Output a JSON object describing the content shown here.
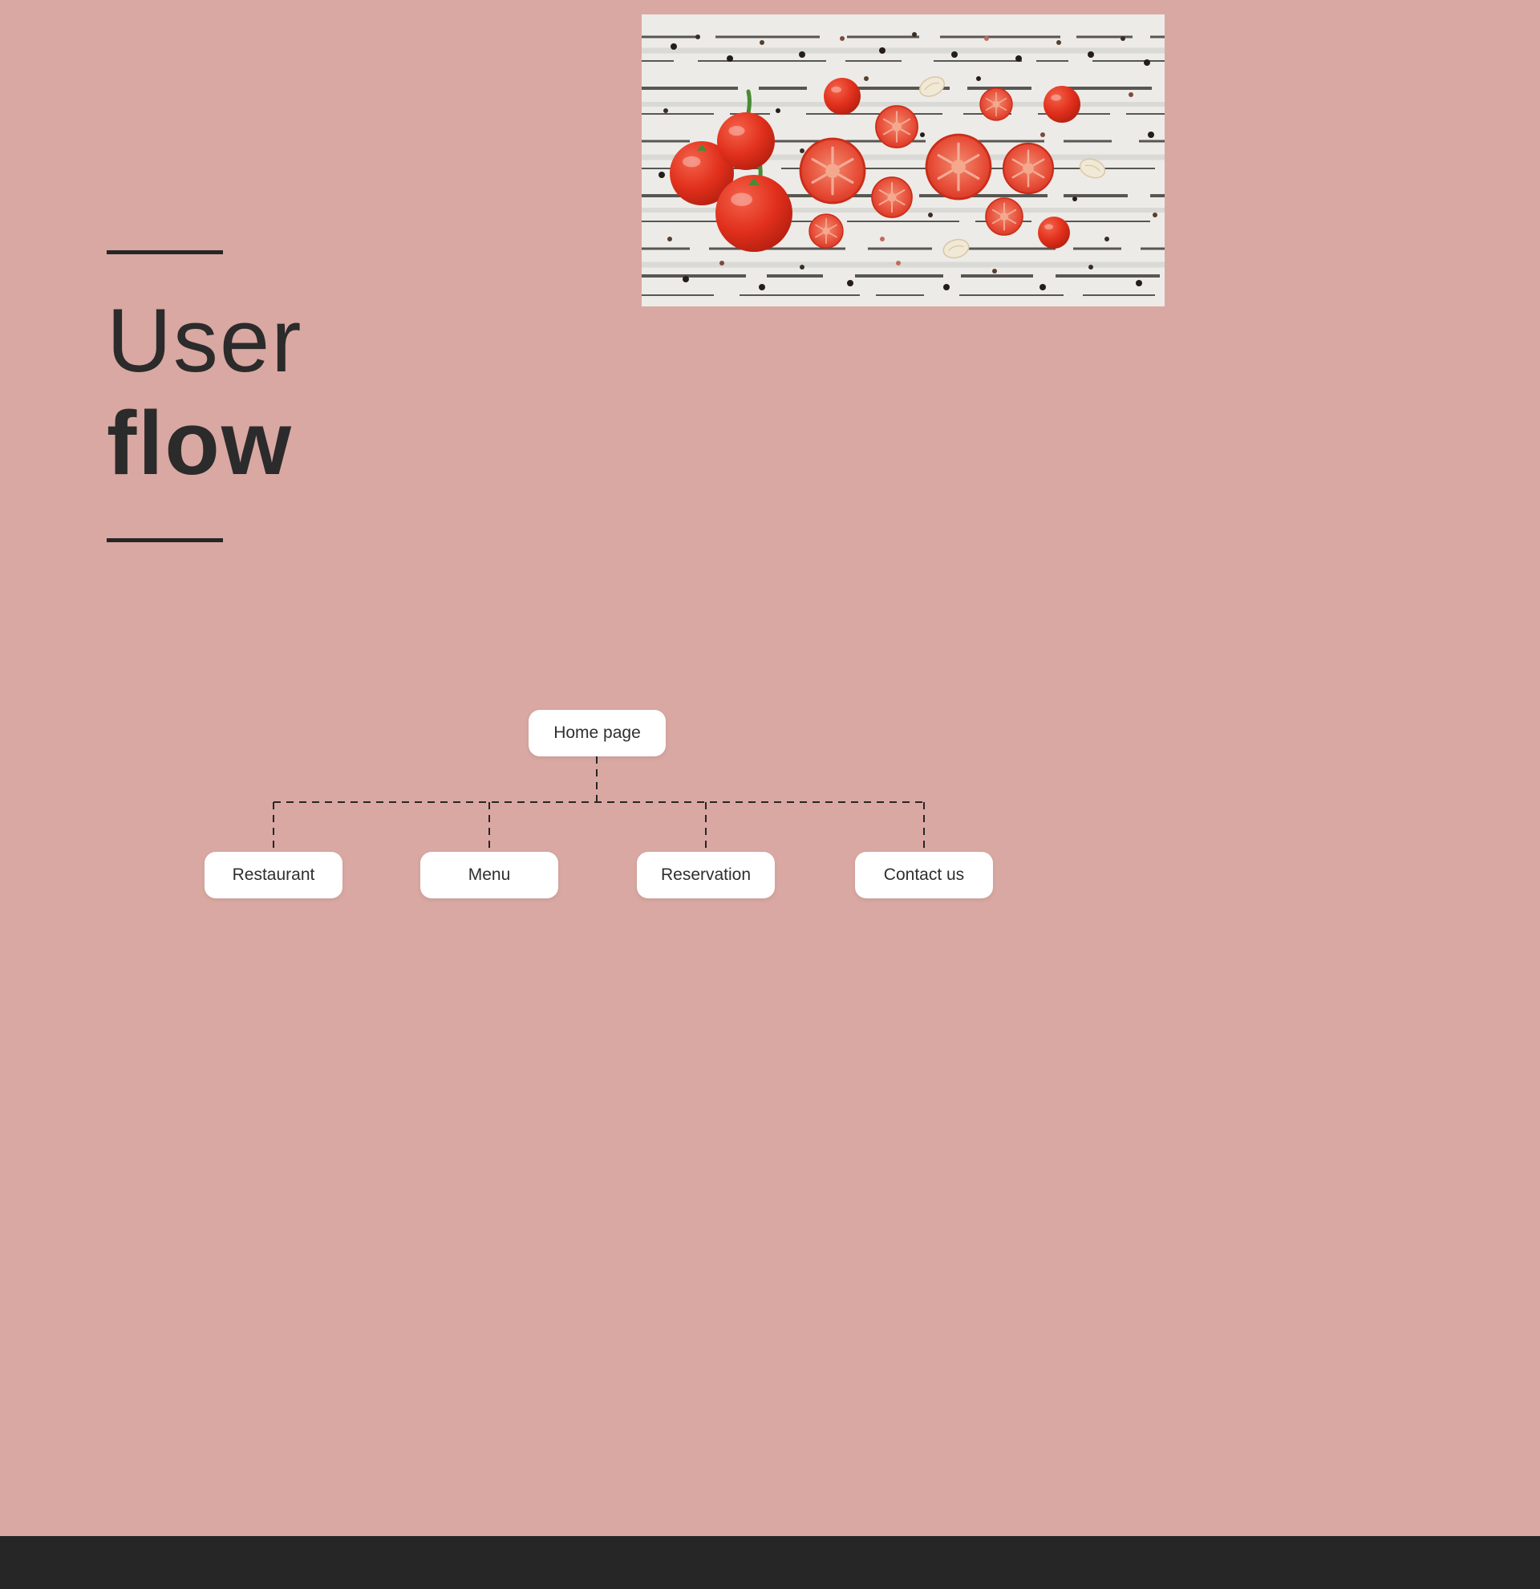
{
  "page": {
    "background_color": "#d9a8a2",
    "footer_color": "#262626",
    "text_color": "#2b2b2b"
  },
  "title": {
    "line1": "User",
    "line2": "flow"
  },
  "photo": {
    "name": "tomatoes-on-wood-photo",
    "alt": "Cherry tomatoes, garlic cloves and scattered peppercorns on white weathered wooden boards"
  },
  "flowchart": {
    "root": {
      "label": "Home page"
    },
    "children": [
      {
        "label": "Restaurant"
      },
      {
        "label": "Menu"
      },
      {
        "label": "Reservation"
      },
      {
        "label": "Contact us"
      }
    ]
  }
}
